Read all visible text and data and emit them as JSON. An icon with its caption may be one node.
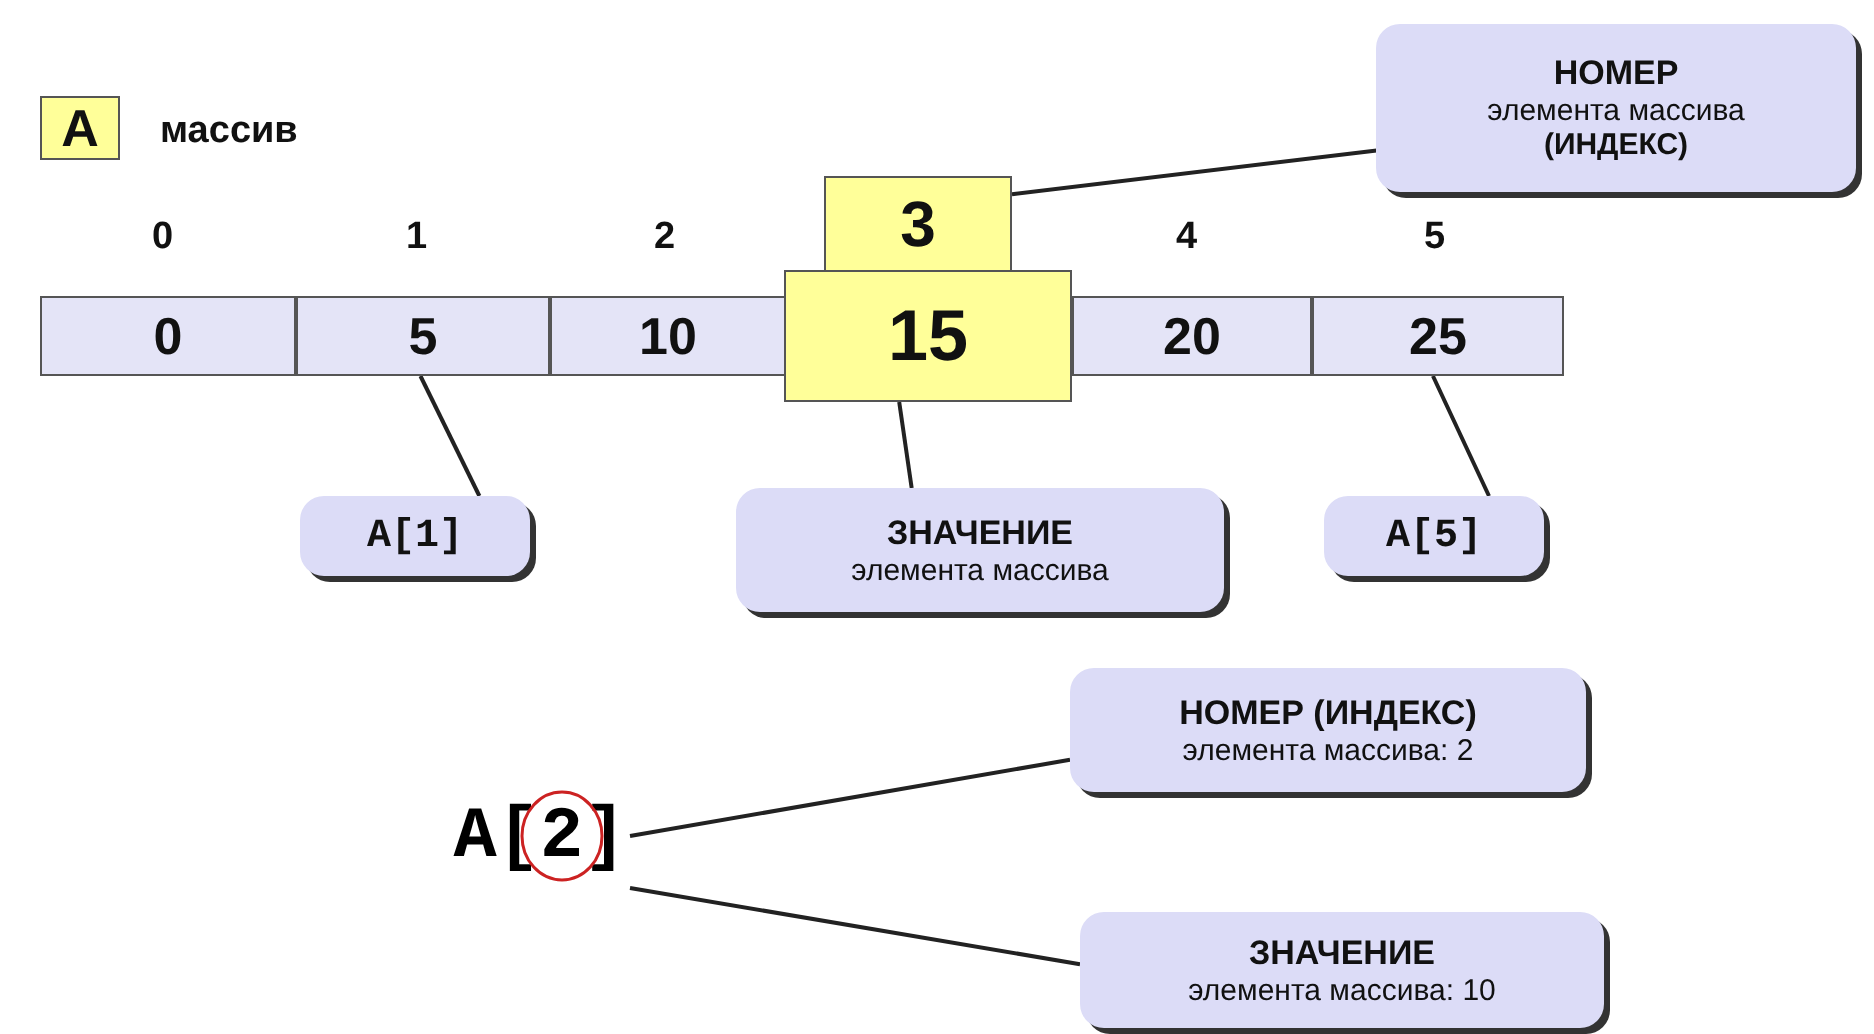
{
  "diagram": {
    "nodes": [
      {
        "text": [
          "A"
        ],
        "beside": [
          "массив"
        ]
      },
      {
        "text": [
          "0"
        ],
        "beside": [
          "0"
        ]
      },
      {
        "text": [
          "5"
        ],
        "beside": [
          "1"
        ]
      },
      {
        "text": [
          "10"
        ],
        "beside": [
          "2"
        ]
      },
      {
        "text": [
          "3"
        ]
      },
      {
        "text": [
          "15"
        ]
      },
      {
        "text": [
          "20"
        ],
        "beside": [
          "4"
        ]
      },
      {
        "text": [
          "25"
        ],
        "beside": [
          "5"
        ]
      },
      {
        "text": [
          "НОМЕР",
          "элемента массива **(ИНДЕКС)**"
        ]
      },
      {
        "text": [
          "A[1]"
        ]
      },
      {
        "text": [
          "ЗНАЧЕНИЕ",
          "элемента массива"
        ]
      },
      {
        "text": [
          "A[5]"
        ]
      },
      {
        "text": [
          "A[2]"
        ]
      },
      {
        "text": [
          "НОМЕР (ИНДЕКС)",
          "элемента массива: 2"
        ]
      },
      {
        "text": [
          "ЗНАЧЕНИЕ",
          "элемента массива: 10"
        ]
      }
    ],
    "edges": [
      {
        "from": 8,
        "to": 4,
        "arrow": "none"
      },
      {
        "from": 9,
        "to": 2,
        "arrow": "none"
      },
      {
        "from": 10,
        "to": 5,
        "arrow": "none"
      },
      {
        "from": 11,
        "to": 7,
        "arrow": "none"
      },
      {
        "from": 13,
        "to": 12,
        "arrow": "none"
      },
      {
        "from": 14,
        "to": 12,
        "arrow": "none"
      }
    ]
  }
}
